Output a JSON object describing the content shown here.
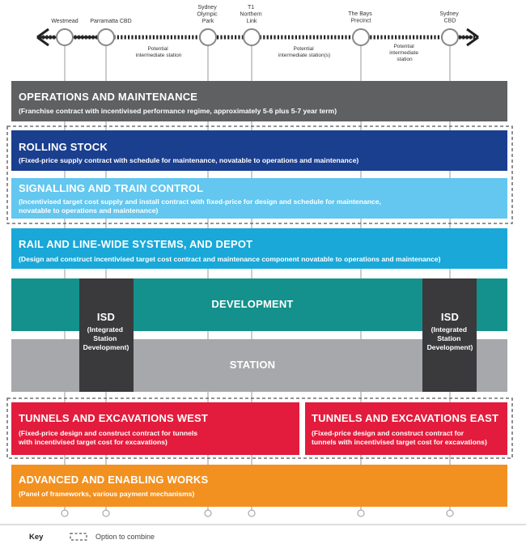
{
  "stations": [
    {
      "name": "Westmead",
      "lines": [
        "Westmead"
      ]
    },
    {
      "name": "Parramatta CBD",
      "lines": [
        "Parramatta CBD"
      ]
    },
    {
      "name": "Sydney Olympic Park",
      "lines": [
        "Sydney",
        "Olympic",
        "Park"
      ]
    },
    {
      "name": "T1 Northern Link",
      "lines": [
        "T1",
        "Northern",
        "Link"
      ]
    },
    {
      "name": "The Bays Precinct",
      "lines": [
        "The Bays",
        "Precinct"
      ]
    },
    {
      "name": "Sydney CBD",
      "lines": [
        "Sydney",
        "CBD"
      ]
    }
  ],
  "potential_labels": [
    {
      "lines": [
        "Potential",
        "intermediate station"
      ]
    },
    {
      "lines": [
        "Potential",
        "intermediate station(s)"
      ]
    },
    {
      "lines": [
        "Potential",
        "intermediate",
        "station"
      ]
    }
  ],
  "bands": {
    "operations": {
      "title": "OPERATIONS AND MAINTENANCE",
      "sub": [
        "(Franchise contract with incentivised performance regime, approximately 5-6 plus 5-7 year term)"
      ],
      "color": "#5f6062"
    },
    "rolling_stock": {
      "title": "ROLLING STOCK",
      "sub": [
        "(Fixed-price supply contract with schedule for maintenance, novatable to operations and maintenance)"
      ],
      "color": "#1b3f8f"
    },
    "signalling": {
      "title": "SIGNALLING AND TRAIN CONTROL",
      "sub": [
        "(Incentivised target cost supply and install contract with fixed-price for design and schedule for maintenance,",
        "novatable to operations and maintenance)"
      ],
      "color": "#63c7ef"
    },
    "rail_systems": {
      "title": "RAIL AND LINE-WIDE SYSTEMS, AND DEPOT",
      "sub": [
        "(Design and construct incentivised target cost contract and maintenance component novatable to operations and maintenance)"
      ],
      "color": "#19a8d8"
    },
    "development": {
      "title": "DEVELOPMENT",
      "color": "#14918c"
    },
    "station": {
      "title": "STATION",
      "color": "#a6a8ab"
    },
    "isd": {
      "title": "ISD",
      "sub": [
        "(Integrated",
        "Station",
        "Development)"
      ],
      "color": "#3a3a3c"
    },
    "tunnels_west": {
      "title": "TUNNELS AND EXCAVATIONS WEST",
      "sub": [
        "(Fixed-price design and construct contract for tunnels",
        "with incentivised target cost for excavations)"
      ],
      "color": "#e31c3d"
    },
    "tunnels_east": {
      "title": "TUNNELS AND EXCAVATIONS EAST",
      "sub": [
        "(Fixed-price design and construct contract for",
        "tunnels with incentivised target cost for excavations)"
      ],
      "color": "#e31c3d"
    },
    "advanced": {
      "title": "ADVANCED AND ENABLING WORKS",
      "sub": [
        "(Panel of frameworks, various payment mechanisms)"
      ],
      "color": "#f29120"
    }
  },
  "key": {
    "label": "Key",
    "symbol_text": "Option to combine"
  }
}
